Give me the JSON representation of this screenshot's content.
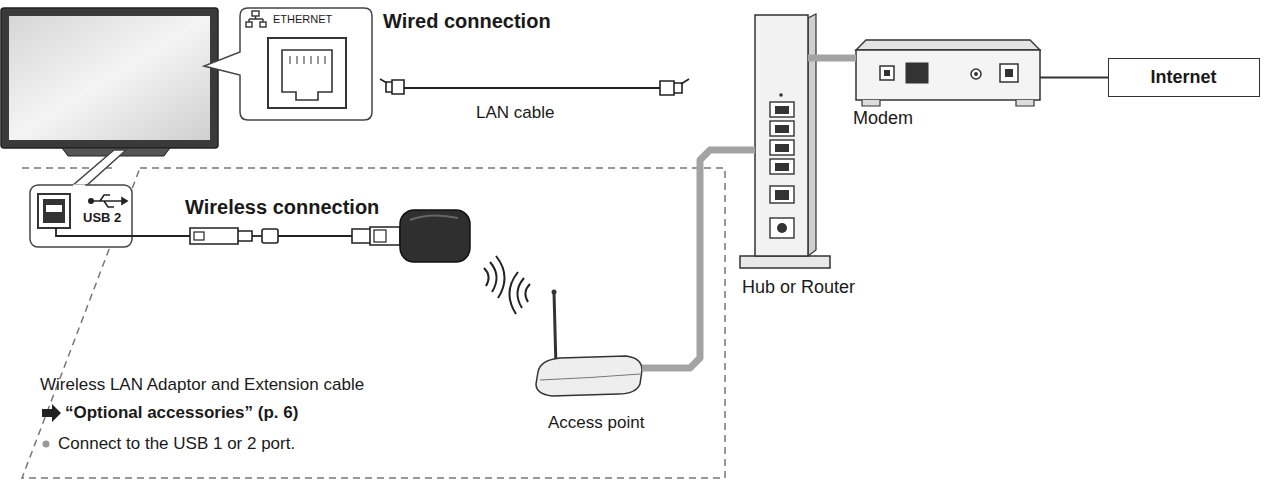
{
  "diagram": {
    "nodes": [
      {
        "text": [
          "ETHERNET"
        ]
      },
      {
        "text": [
          "Modem"
        ]
      },
      {
        "text": [
          "Internet"
        ]
      },
      {
        "text": [
          "Hub or Router"
        ]
      },
      {
        "text": [
          "Wireless connection",
          "Wireless LAN Adaptor and Extension cable",
          "“Optional accessories” (p. 6)",
          "Connect to the USB 1 or 2 port."
        ]
      },
      {
        "text": [
          "USB 2"
        ],
        "in": 4
      },
      {
        "text": [
          "Access point"
        ],
        "in": 4
      }
    ],
    "edges": [
      {
        "from": 3,
        "to": 1,
        "arrow": "none"
      },
      {
        "from": 1,
        "to": 2,
        "arrow": "none"
      },
      {
        "from": 6,
        "to": 3,
        "arrow": "none"
      }
    ],
    "labels": [
      "Wired connection",
      "LAN cable"
    ]
  }
}
